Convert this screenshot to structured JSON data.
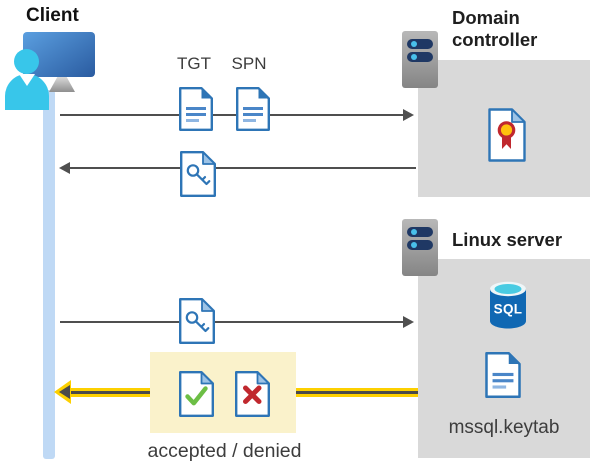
{
  "diagram": {
    "client": {
      "label": "Client"
    },
    "requests": {
      "tgt_label": "TGT",
      "spn_label": "SPN"
    },
    "domain_controller": {
      "label": "Domain controller"
    },
    "linux_server": {
      "label": "Linux server",
      "sql_badge": "SQL",
      "keytab_label": "mssql.keytab"
    },
    "response": {
      "label": "accepted / denied"
    },
    "icons": {
      "client": "person-at-computer-icon",
      "timeline": "client-lifeline-bar",
      "server": "server-icon",
      "ticket_document": "document-icon",
      "key_document": "key-document-icon",
      "certificate": "certificate-document-icon",
      "sql_database": "sql-database-icon",
      "accepted": "check-document-icon",
      "denied": "x-document-icon"
    },
    "colors": {
      "doc_blue": "#2e75b6",
      "doc_line_blue": "#4a86c8",
      "doc_line_light": "#8fb6e2",
      "fold_light": "#9dc3e6",
      "arrow_gray": "#4f4f4f",
      "gold": "#fdd000",
      "timeline_blue": "#bfd9f5",
      "box_gray": "#d9d9d9",
      "highlight_yellow": "#faf2cb",
      "accept_green": "#6cbe45",
      "deny_red": "#c0282e",
      "cert_yellow": "#ffc10d",
      "sql_blue": "#1068b3",
      "sql_cyan": "#49cbe2",
      "server_navy": "#1f3864",
      "server_dot": "#49c0ea",
      "person_cyan": "#38c6ea",
      "monitor_blue_1": "#5b9fe0",
      "monitor_blue_2": "#2a5ba0",
      "text_dark": "#3d3d3d",
      "heading_dark": "#1f1f1f"
    }
  }
}
